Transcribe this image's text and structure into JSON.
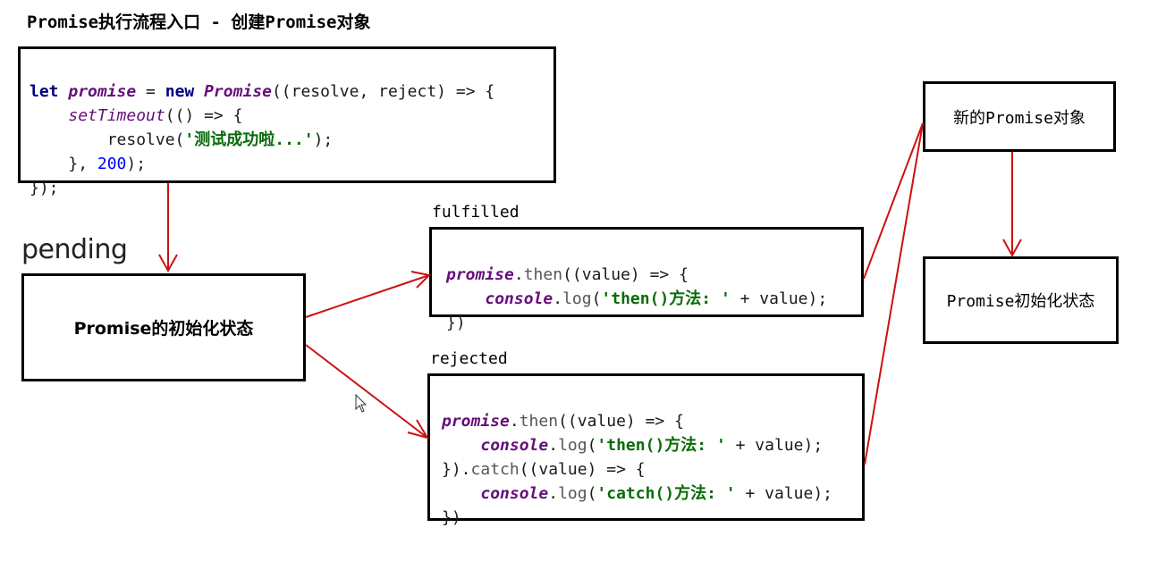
{
  "title": "Promise执行流程入口 - 创建Promise对象",
  "code_create": {
    "l1": {
      "let": "let",
      "promise": "promise",
      "eq": " = ",
      "new": "new",
      "Promise": "Promise",
      "rest": "((resolve, reject) => {"
    },
    "l2": {
      "setTimeout": "setTimeout",
      "rest": "(() => {"
    },
    "l3": {
      "pre": "resolve(",
      "str": "'测试成功啦...'",
      "post": ");"
    },
    "l4": {
      "pre": "}, ",
      "num": "200",
      "post": ");"
    },
    "l5": "});"
  },
  "pending_label": "pending",
  "init_state": "Promise的初始化状态",
  "fulfilled_label": "fulfilled",
  "rejected_label": "rejected",
  "code_fulfilled": {
    "l1": {
      "promise": "promise",
      "dot": ".",
      "then": "then",
      "rest": "((value) => {"
    },
    "l2": {
      "console": "console",
      "dot": ".",
      "log": "log",
      "open": "(",
      "str": "'then()方法: '",
      "rest": " + value);"
    },
    "l3": "})"
  },
  "code_rejected": {
    "l1": {
      "promise": "promise",
      "dot": ".",
      "then": "then",
      "rest": "((value) => {"
    },
    "l2": {
      "console": "console",
      "dot": ".",
      "log": "log",
      "open": "(",
      "str": "'then()方法: '",
      "rest": " + value);"
    },
    "l3": {
      "pre": "}).",
      "catch": "catch",
      "rest": "((value) => {"
    },
    "l4": {
      "console": "console",
      "dot": ".",
      "log": "log",
      "open": "(",
      "str": "'catch()方法: '",
      "rest": " + value);"
    },
    "l5": "})"
  },
  "new_promise": "新的Promise对象",
  "promise_init": "Promise初始化状态",
  "colors": {
    "arrow": "#cc1111",
    "border": "#000000"
  }
}
